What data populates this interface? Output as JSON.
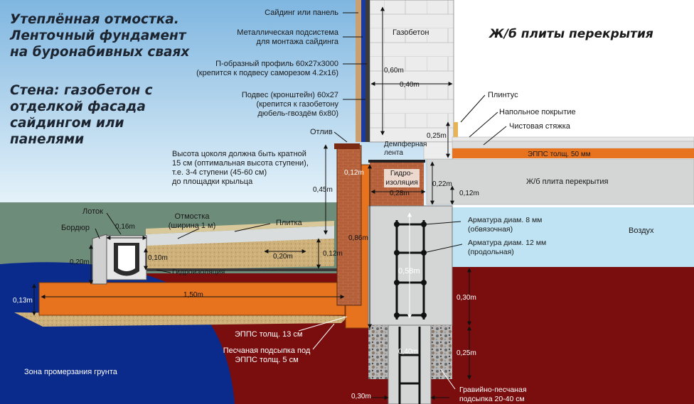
{
  "title": {
    "line1": "Утеплённая отмостка.",
    "line2": "Ленточный фундамент",
    "line3": "на буронабивных сваях",
    "wall_heading": "Стена: газобетон с\nотделкой фасада\nсайдингом или\nпанелями"
  },
  "slabs_label": "Ж/б плиты перекрытия",
  "labels": {
    "siding": "Сайдинг или панель",
    "metal_subsystem": "Металлическая подсистема\nдля монтажа сайдинга",
    "p_profile": "П-образный профиль 60х27х3000\n(крепится к подвесу саморезом 4.2х16)",
    "hanger": "Подвес (кронштейн) 60х27\n(крепится к газобетону\nдюбель-гвоздём 6х80)",
    "drip": "Отлив",
    "plinth_height": "Высота цоколя должна быть кратной\n15 см (оптимальная высота ступени),\nт.е. 3-4 ступени (45-60 см)\nдо площадки крыльца",
    "gas_concrete": "Газобетон",
    "damper_tape": "Демпферная\nлента",
    "waterproofing_top": "Гидро-\nизоляция",
    "skirting": "Плинтус",
    "floor_covering": "Напольное покрытие",
    "finish_screed": "Чистовая стяжка",
    "epps_50": "ЭППС толщ. 50 мм",
    "rc_slab": "Ж/б плита перекрытия",
    "tray": "Лоток",
    "curb": "Бордюр",
    "blind_area": "Отмостка\n(ширина 1 м)",
    "tile": "Плитка",
    "waterproofing_bottom": "Гидроизоляция",
    "rebar_8": "Арматура диам. 8 мм\n(обвязочная)",
    "rebar_12": "Арматура диам. 12 мм\n(продольная)",
    "air": "Воздух",
    "epps_13": "ЭППС толщ. 13 см",
    "sand_bed": "Песчаная подсыпка под\nЭППС толщ. 5 см",
    "freezing_zone": "Зона промерзания грунта",
    "gravel_bed": "Гравийно-песчаная\nподсыпка 20-40 см"
  },
  "dims": {
    "d060": "0,60m",
    "d040": "0,40m",
    "d025a": "0,25m",
    "d022": "0,22m",
    "d012a": "0,12m",
    "d028": "0,28m",
    "d012b": "0,12m",
    "d045": "0,45m",
    "d086": "0,86m",
    "d016": "0,16m",
    "d020a": "0,20m",
    "d010": "0,10m",
    "d020b": "0,20m",
    "d012c": "0,12m",
    "d013": "0,13m",
    "d150": "1,50m",
    "d058": "0,58m",
    "d030a": "0,30m",
    "d025b": "0,25m",
    "d040b": "0,40m",
    "d030b": "0,30m"
  },
  "colors": {
    "sky": "#c8e4f4",
    "ground": "#6e8c7a",
    "soil_red": "#7a0d0d",
    "freeze_blue": "#0a2a8c",
    "epps_orange": "#e8731f",
    "concrete": "#d4d6d6",
    "brick": "#b8663c",
    "sand": "#c9ac72",
    "tile": "#d8c89a"
  }
}
